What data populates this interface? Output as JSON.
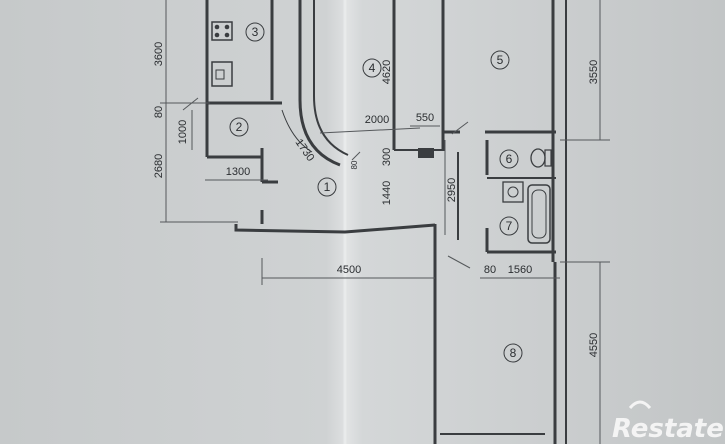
{
  "plan": {
    "rooms": [
      "1",
      "2",
      "3",
      "4",
      "5",
      "6",
      "7",
      "8"
    ],
    "dimensions": {
      "d3600": "3600",
      "d80_left": "80",
      "d1000": "1000",
      "d2680": "2680",
      "d1300": "1300",
      "d1730": "1730",
      "d4620": "4620",
      "d2000": "2000",
      "d550": "550",
      "d300": "300",
      "d80_mid": "80",
      "d1440": "1440",
      "d2950": "2950",
      "d3550": "3550",
      "d4500": "4500",
      "d80_bottom": "80",
      "d1560": "1560",
      "d4550": "4550"
    }
  },
  "watermark": {
    "text": "Restate"
  }
}
